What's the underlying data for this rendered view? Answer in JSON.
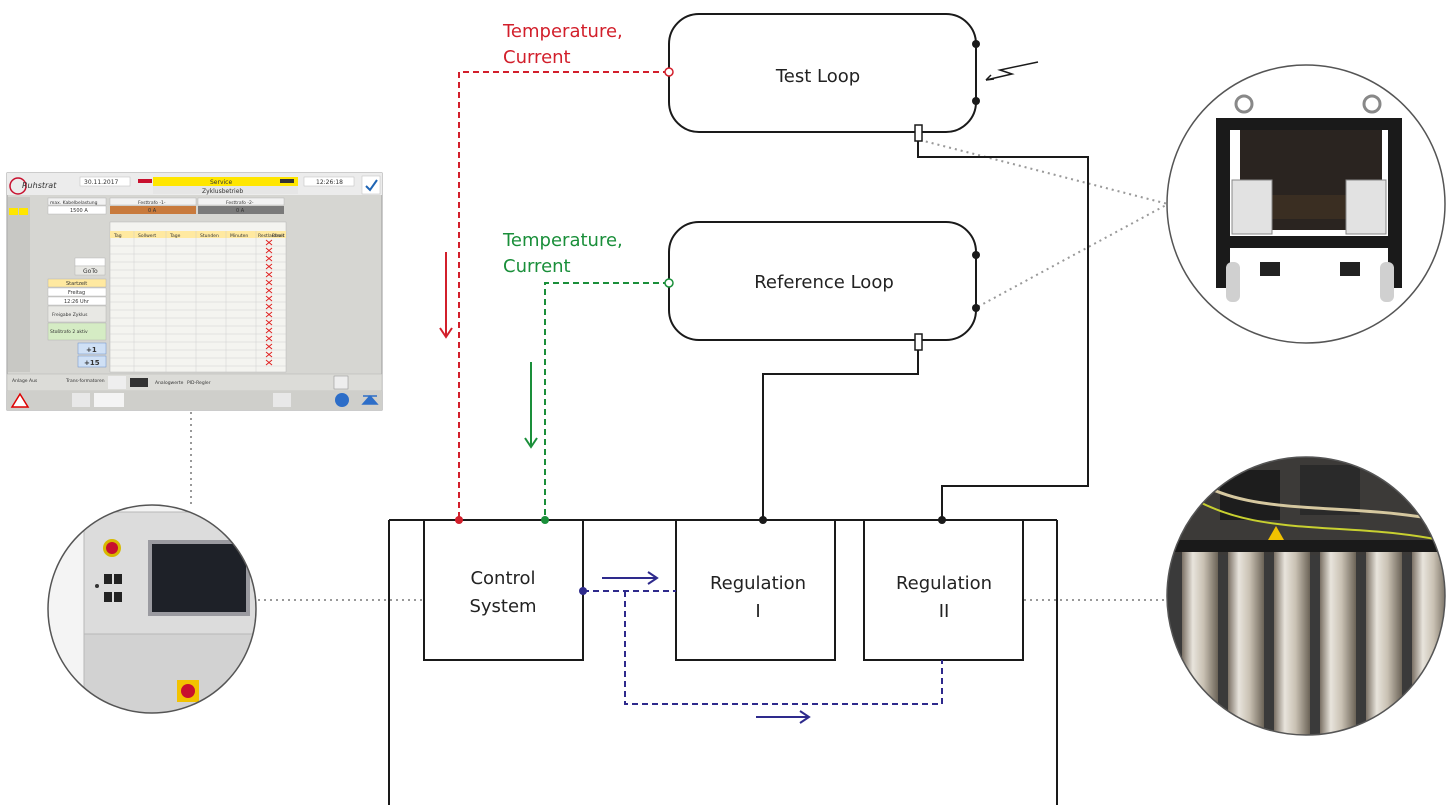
{
  "colors": {
    "red": "#d21f2b",
    "green": "#1a8f3a",
    "blue": "#2e2a8c",
    "line": "#1a1a1a",
    "dotted": "#999999"
  },
  "labels": {
    "temp_test_line1": "Temperature,",
    "temp_test_line2": "Current",
    "temp_ref_line1": "Temperature,",
    "temp_ref_line2": "Current"
  },
  "loops": {
    "test": "Test Loop",
    "reference": "Reference Loop"
  },
  "boxes": {
    "control_line1": "Control",
    "control_line2": "System",
    "reg1_line1": "Regulation",
    "reg1_line2": "I",
    "reg2_line1": "Regulation",
    "reg2_line2": "II"
  },
  "hmi": {
    "logo": "Ruhstrat",
    "date": "30.11.2017",
    "mode": "Service",
    "submode": "Zyklusbetrieb",
    "time": "12:26:18",
    "max_load_label": "max. Kabelbelastung",
    "max_load_value": "1500 A",
    "trafo1": "Festtrafo -1-",
    "trafo2": "Festtrafo -2-",
    "trafo1_value": "0 A",
    "trafo2_value": "0 A",
    "goto": "GoTo",
    "start_label": "Startzeit",
    "day": "Freitag",
    "start_time": "12:26 Uhr",
    "release": "Freigabe Zyklus",
    "status": "Stoßtrafo 2 aktiv",
    "plus1": "+1",
    "plus15": "+15",
    "col_headers": [
      "Tag",
      "Sollwert",
      "Tage",
      "Stunden",
      "Minuten",
      "Restlaufzeit",
      "Reset"
    ],
    "footer_left": "Anlage Aus",
    "footer_trans": "Trans-formatoren",
    "footer_analog": "Analogwerte",
    "footer_pid": "PID-Regler"
  }
}
